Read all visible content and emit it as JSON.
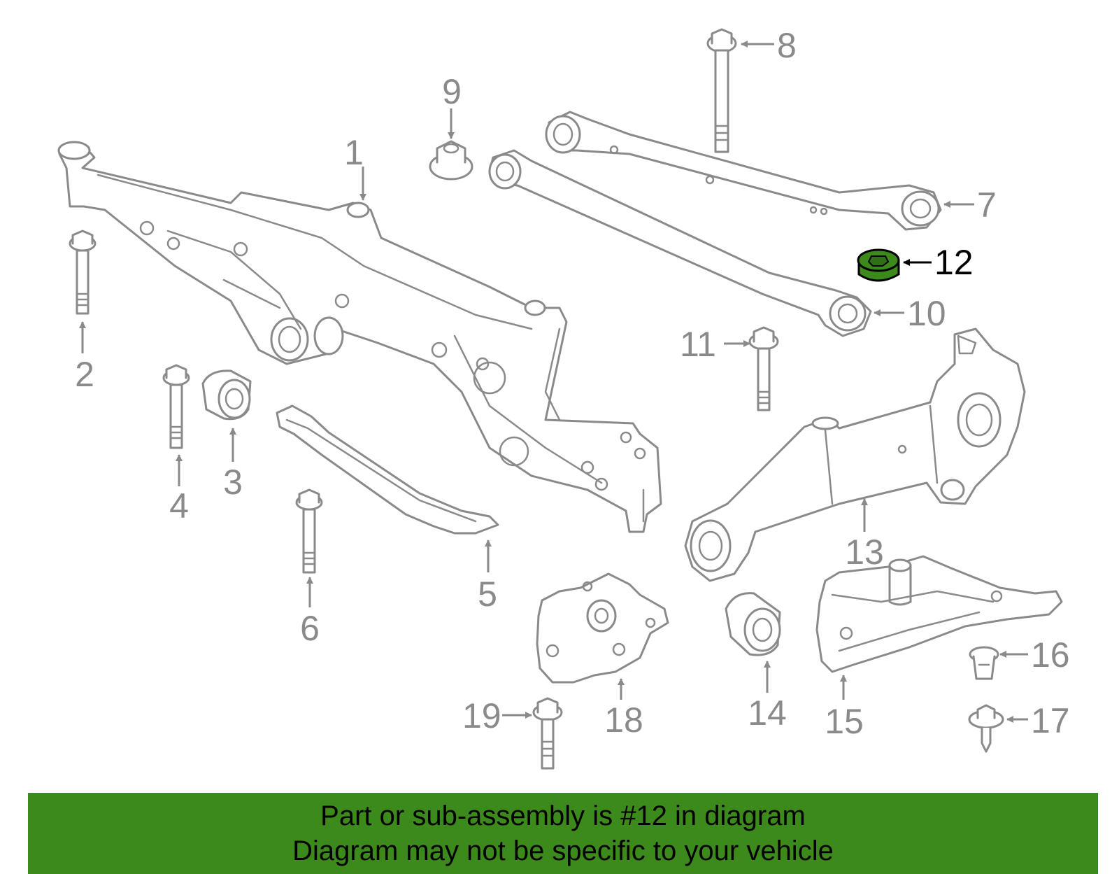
{
  "diagram": {
    "callouts": [
      "1",
      "2",
      "3",
      "4",
      "5",
      "6",
      "7",
      "8",
      "9",
      "10",
      "11",
      "12",
      "13",
      "14",
      "15",
      "16",
      "17",
      "18",
      "19"
    ],
    "highlighted_part": "12",
    "highlight_color": "#3c8a1c",
    "line_color": "#8a8a8a"
  },
  "footer": {
    "line1": "Part or sub-assembly is #12 in diagram",
    "line2": "Diagram may not be specific to your vehicle",
    "background": "#3c8a1c"
  }
}
